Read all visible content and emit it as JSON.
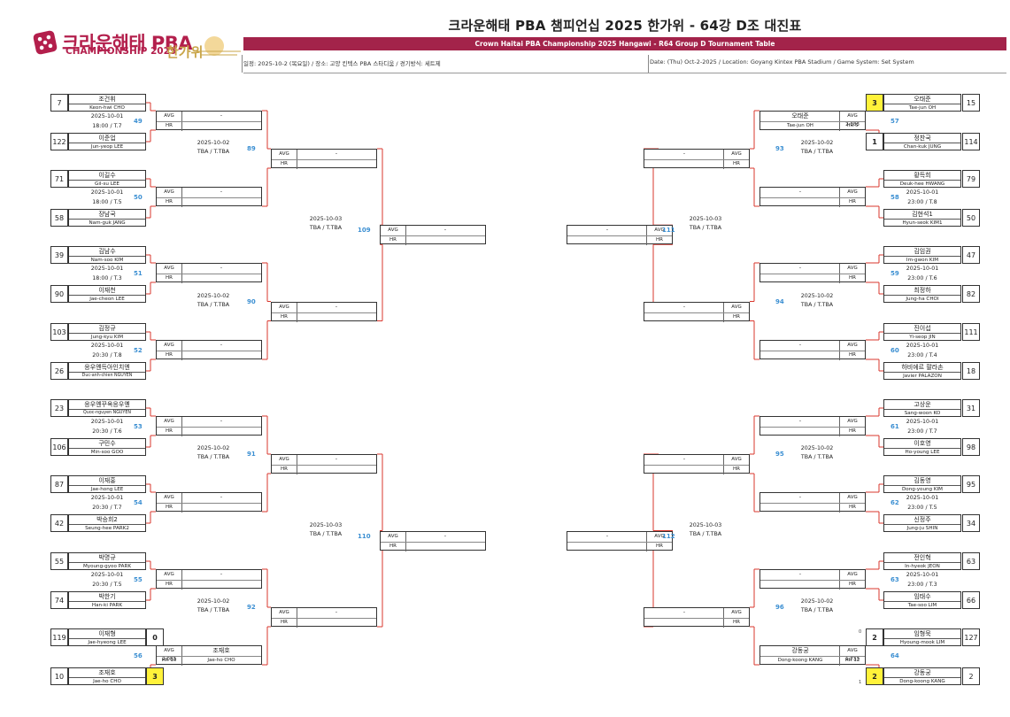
{
  "header": {
    "title": "크라운해태 PBA 챔피언십 2025 한가위 - 64강 D조 대진표",
    "subtitle": "Crown Haitai PBA Championship 2025 Hangawi - R64 Group D Tournament Table",
    "info_ko": "일정: 2025-10-2 (목요일) / 장소: 고양 킨텍스 PBA 스타디움 / 경기방식: 세트제",
    "info_en": "Date: (Thu) Oct-2-2025 / Location: Goyang Kintex PBA Stadium / Game System: Set System"
  },
  "logo": {
    "top": "크라운해태 PBA",
    "bottom": "CHAMPIONSHIP 2025",
    "hangawi": "한가위",
    "accent": "#b31f4c"
  },
  "colors": {
    "accent": "#a3234a",
    "bracket_line": "#d9372e",
    "match_number": "#3b8fd2",
    "winner": "#fff23a"
  },
  "labels": {
    "avg": "AVG",
    "hr": "HR",
    "dash": "-"
  },
  "left": {
    "r64": [
      {
        "num": "49",
        "date": "2025-10-01",
        "time": "18:00 / T.7",
        "p1": {
          "seed": "7",
          "ko": "조건휘",
          "en": "Keon-hwi CHO"
        },
        "p2": {
          "seed": "122",
          "ko": "이준업",
          "en": "Jun-yeop LEE"
        }
      },
      {
        "num": "50",
        "date": "2025-10-01",
        "time": "18:00 / T.5",
        "p1": {
          "seed": "71",
          "ko": "이길수",
          "en": "Gil-su LEE"
        },
        "p2": {
          "seed": "58",
          "ko": "장남국",
          "en": "Nam-guk JANG"
        }
      },
      {
        "num": "51",
        "date": "2025-10-01",
        "time": "18:00 / T.3",
        "p1": {
          "seed": "39",
          "ko": "김남수",
          "en": "Nam-soo KIM"
        },
        "p2": {
          "seed": "90",
          "ko": "이재천",
          "en": "Jae-cheon LEE"
        }
      },
      {
        "num": "52",
        "date": "2025-10-01",
        "time": "20:30 / T.8",
        "p1": {
          "seed": "103",
          "ko": "김정규",
          "en": "Jung-kyu KIM"
        },
        "p2": {
          "seed": "26",
          "ko": "응우옌득아인치엔",
          "en": "Duc-anh-chien NGUYEN"
        }
      },
      {
        "num": "53",
        "date": "2025-10-01",
        "time": "20:30 / T.6",
        "p1": {
          "seed": "23",
          "ko": "응우옌꾸옥응우옌",
          "en": "Quoc-nguyen NGUYEN"
        },
        "p2": {
          "seed": "106",
          "ko": "구민수",
          "en": "Min-soo GOO"
        }
      },
      {
        "num": "54",
        "date": "2025-10-01",
        "time": "20:30 / T.7",
        "p1": {
          "seed": "87",
          "ko": "이재홍",
          "en": "Jae-hong LEE"
        },
        "p2": {
          "seed": "42",
          "ko": "박승희2",
          "en": "Seung-hee PARK2"
        }
      },
      {
        "num": "55",
        "date": "2025-10-01",
        "time": "20:30 / T.5",
        "p1": {
          "seed": "55",
          "ko": "박명규",
          "en": "Myoung-gyoo PARK"
        },
        "p2": {
          "seed": "74",
          "ko": "박한기",
          "en": "Han-ki PARK"
        }
      },
      {
        "num": "56",
        "date": "",
        "time": "",
        "p1": {
          "seed": "119",
          "ko": "이재형",
          "en": "Jae-hyeong LEE",
          "score": "0"
        },
        "p2": {
          "seed": "10",
          "ko": "조재호",
          "en": "Jae-ho CHO",
          "score": "3"
        }
      }
    ],
    "r32": [
      {
        "num": "89",
        "date": "2025-10-02",
        "time": "TBA / T.TBA"
      },
      {
        "num": "90",
        "date": "2025-10-02",
        "time": "TBA / T.TBA"
      },
      {
        "num": "91",
        "date": "2025-10-02",
        "time": "TBA / T.TBA"
      },
      {
        "num": "92",
        "date": "2025-10-02",
        "time": "TBA / T.TBA"
      }
    ],
    "r16": [
      {
        "num": "109",
        "date": "2025-10-03",
        "time": "TBA / T.TBA"
      },
      {
        "num": "110",
        "date": "2025-10-03",
        "time": "TBA / T.TBA"
      }
    ],
    "winner56": {
      "name_ko": "조재호",
      "name_en": "Jae-ho CHO",
      "avg": "AVG 2.083",
      "hr": "HR 10"
    }
  },
  "right": {
    "r64": [
      {
        "num": "57",
        "date": "",
        "time": "",
        "p1": {
          "seed": "15",
          "ko": "오태준",
          "en": "Tae-jun OH",
          "score": "3"
        },
        "p2": {
          "seed": "114",
          "ko": "정찬국",
          "en": "Chan-kuk JUNG",
          "score": "1"
        }
      },
      {
        "num": "58",
        "date": "2025-10-01",
        "time": "23:00 / T.8",
        "p1": {
          "seed": "79",
          "ko": "황득희",
          "en": "Deuk-hee HWANG"
        },
        "p2": {
          "seed": "50",
          "ko": "김현석1",
          "en": "Hyun-seok KIM1"
        }
      },
      {
        "num": "59",
        "date": "2025-10-01",
        "time": "23:00 / T.6",
        "p1": {
          "seed": "47",
          "ko": "김임권",
          "en": "Im-gwon KIM"
        },
        "p2": {
          "seed": "82",
          "ko": "최정하",
          "en": "Jung-ha CHOI"
        }
      },
      {
        "num": "60",
        "date": "2025-10-01",
        "time": "23:00 / T.4",
        "p1": {
          "seed": "111",
          "ko": "진이섭",
          "en": "Yi-seop JIN"
        },
        "p2": {
          "seed": "18",
          "ko": "하비에르 팔라손",
          "en": "Javier PALAZON"
        }
      },
      {
        "num": "61",
        "date": "2025-10-01",
        "time": "23:00 / T.7",
        "p1": {
          "seed": "31",
          "ko": "고상운",
          "en": "Sang-woon KO"
        },
        "p2": {
          "seed": "98",
          "ko": "이호영",
          "en": "Ho-young LEE"
        }
      },
      {
        "num": "62",
        "date": "2025-10-01",
        "time": "23:00 / T.5",
        "p1": {
          "seed": "95",
          "ko": "김동영",
          "en": "Dong-young KIM"
        },
        "p2": {
          "seed": "34",
          "ko": "신정주",
          "en": "Jung-ju SHIN"
        }
      },
      {
        "num": "63",
        "date": "2025-10-01",
        "time": "23:00 / T.3",
        "p1": {
          "seed": "63",
          "ko": "전인혁",
          "en": "In-hyeok JEON"
        },
        "p2": {
          "seed": "66",
          "ko": "임태수",
          "en": "Tae-soo LIM"
        }
      },
      {
        "num": "64",
        "date": "",
        "time": "",
        "p1": {
          "seed": "127",
          "ko": "임형묵",
          "en": "Hyoung-mook LIM",
          "score": "2",
          "sub": "0"
        },
        "p2": {
          "seed": "2",
          "ko": "강동궁",
          "en": "Dong-koong KANG",
          "score": "2",
          "sub": "1"
        }
      }
    ],
    "r32": [
      {
        "num": "93",
        "date": "2025-10-02",
        "time": "TBA / T.TBA"
      },
      {
        "num": "94",
        "date": "2025-10-02",
        "time": "TBA / T.TBA"
      },
      {
        "num": "95",
        "date": "2025-10-02",
        "time": "TBA / T.TBA"
      },
      {
        "num": "96",
        "date": "2025-10-02",
        "time": "TBA / T.TBA"
      }
    ],
    "r16": [
      {
        "num": "111",
        "date": "2025-10-03",
        "time": "TBA / T.TBA"
      },
      {
        "num": "112",
        "date": "2025-10-03",
        "time": "TBA / T.TBA"
      }
    ],
    "winner57": {
      "name_ko": "오태준",
      "name_en": "Tae-jun OH",
      "avg": "AVG 2.083",
      "hr": "HR 5"
    },
    "winner64": {
      "name_ko": "강동궁",
      "name_en": "Dong-koong KANG",
      "avg": "AVG 1.733",
      "hr": "HR 12"
    }
  }
}
